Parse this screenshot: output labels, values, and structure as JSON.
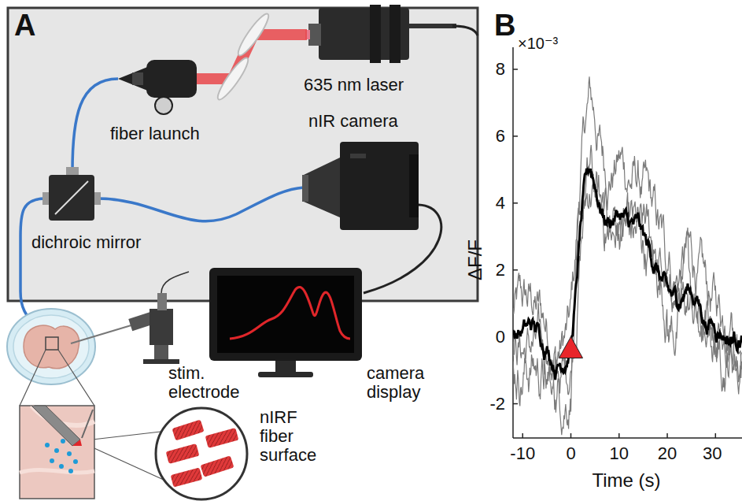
{
  "diagram": {
    "labels": [
      "A",
      "635 nm laser",
      "fiber launch",
      "nIR camera",
      "dichroic mirror",
      "stim. electrode",
      "camera display",
      "nIRF fiber surface",
      "B",
      "×10⁻³",
      "8",
      "6",
      "4",
      "2",
      "0",
      "-2",
      "ΔF/F",
      "-10",
      "0",
      "10",
      "20",
      "30",
      "Time (s)"
    ]
  }
}
